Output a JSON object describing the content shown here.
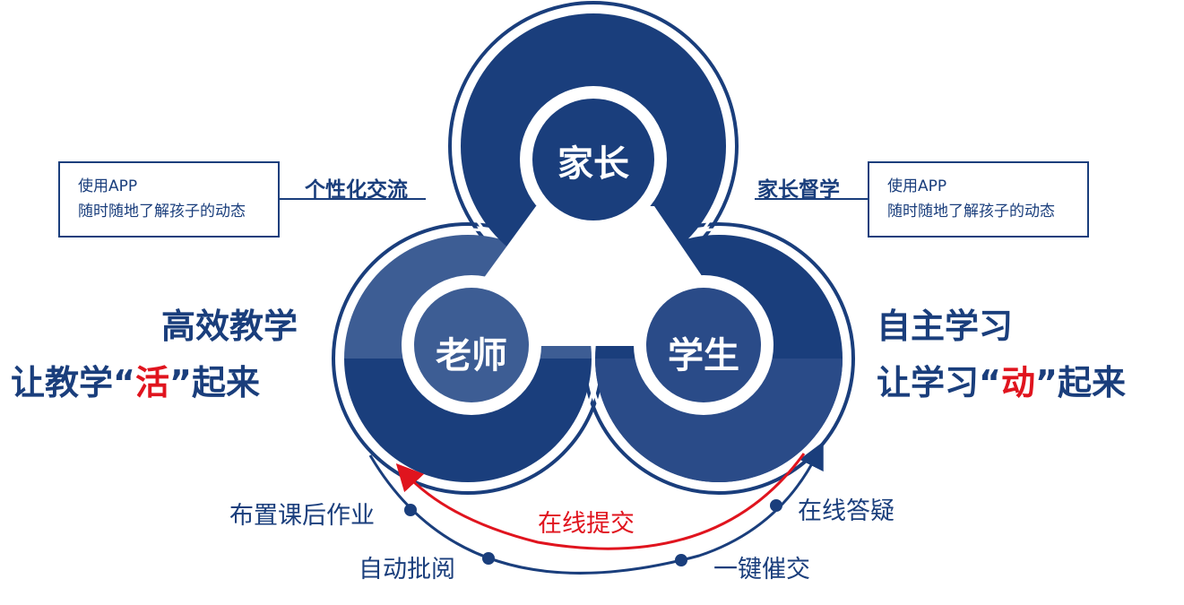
{
  "nodes": {
    "parent": {
      "label": "家长"
    },
    "teacher": {
      "label": "老师"
    },
    "student": {
      "label": "学生"
    }
  },
  "links": {
    "left": {
      "label": "个性化交流"
    },
    "right": {
      "label": "家长督学"
    }
  },
  "boxes": {
    "left": {
      "line1": "使用APP",
      "line2": "随时随地了解孩子的动态"
    },
    "right": {
      "line1": "使用APP",
      "line2": "随时随地了解孩子的动态"
    }
  },
  "slogans": {
    "left": {
      "line1": "高效教学",
      "line2_pre": "让教学“",
      "line2_hl": "活",
      "line2_post": "”起来"
    },
    "right": {
      "line1": "自主学习",
      "line2_pre": "让学习“",
      "line2_hl": "动",
      "line2_post": "”起来"
    }
  },
  "workflow": {
    "steps": [
      {
        "label": "布置课后作业"
      },
      {
        "label": "自动批阅"
      },
      {
        "label": "一键催交"
      },
      {
        "label": "在线答疑"
      }
    ],
    "return_flow": {
      "label": "在线提交"
    }
  },
  "colors": {
    "primary": "#1a3e7c",
    "teacher_light": "#3d5d94",
    "student_mid": "#2a4b88",
    "accent_red": "#e0141e"
  }
}
